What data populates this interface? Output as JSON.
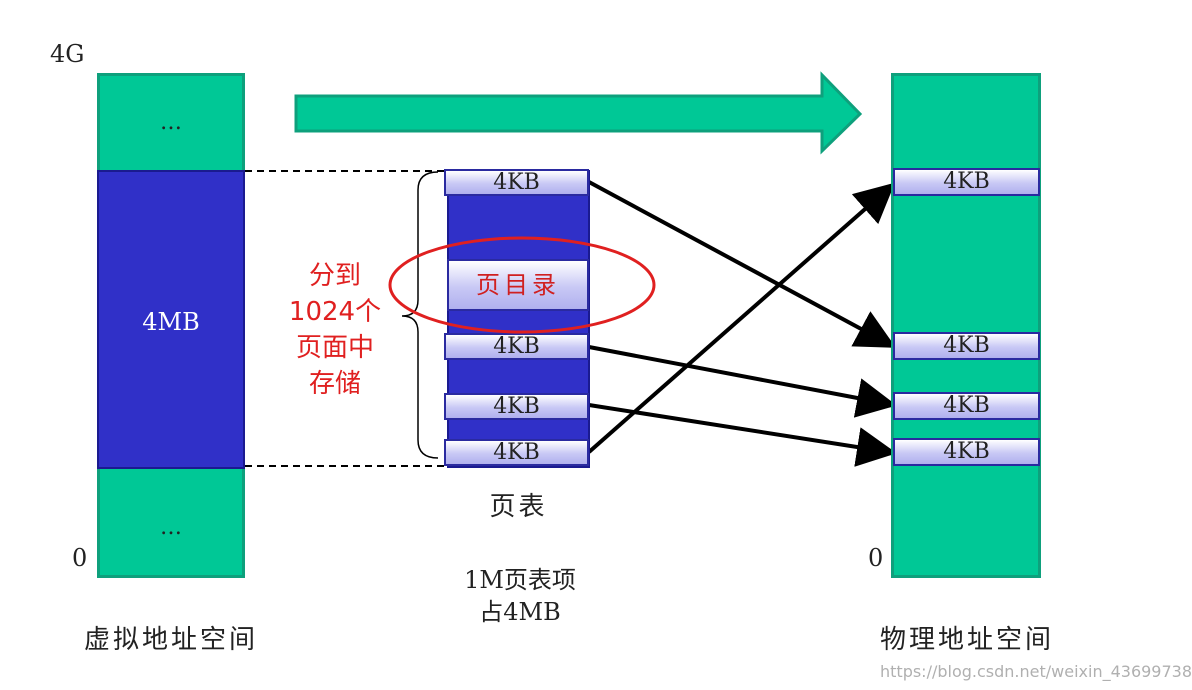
{
  "virtual": {
    "top_label": "4G",
    "bottom_label": "0",
    "upper_ellipsis": "…",
    "lower_ellipsis": "…",
    "block_label": "4MB",
    "caption": "虚拟地址空间"
  },
  "page_table": {
    "entries": [
      "4KB",
      "页目录",
      "4KB",
      "4KB",
      "4KB"
    ],
    "caption": "页表",
    "note_line1": "1M页表项",
    "note_line2": "占4MB"
  },
  "annotation": {
    "lines": [
      "分到",
      "1024个",
      "页面中",
      "存储"
    ],
    "color": "#e02020"
  },
  "physical": {
    "bottom_label": "0",
    "frames": [
      "4KB",
      "4KB",
      "4KB",
      "4KB"
    ],
    "caption": "物理地址空间"
  },
  "watermark": "https://blog.csdn.net/weixin_43699738",
  "colors": {
    "green": "#00c896",
    "blue": "#3030c8",
    "red": "#e02020"
  }
}
